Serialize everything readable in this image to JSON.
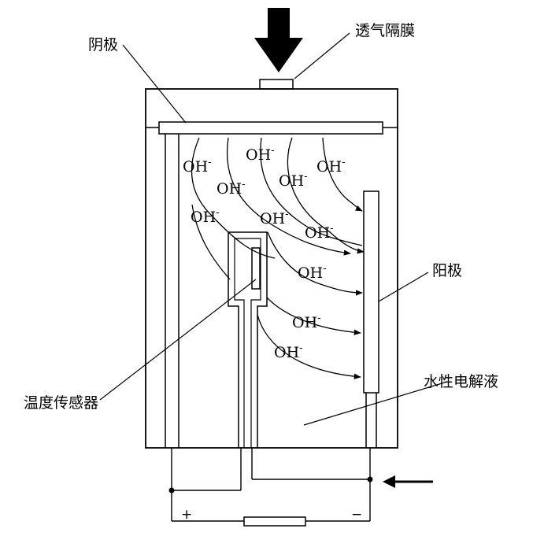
{
  "labels": {
    "cathode": "阴极",
    "membrane": "透气隔膜",
    "anode": "阳极",
    "electrolyte": "水性电解液",
    "sensor": "温度传感器"
  },
  "ion": {
    "base": "OH",
    "charge": "-"
  },
  "terminals": {
    "plus": "+",
    "minus": "−"
  }
}
